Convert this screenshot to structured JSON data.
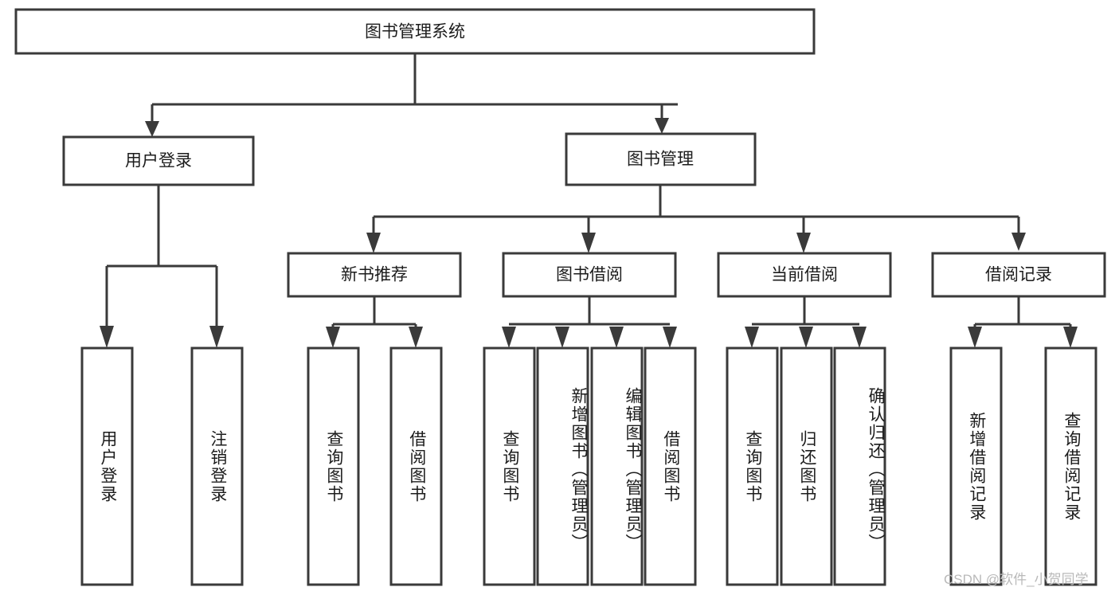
{
  "diagram": {
    "type": "tree",
    "title": "图书管理系统",
    "watermark": "CSDN @软件_小贺同学",
    "colors": {
      "stroke": "#3a3a3a",
      "box_fill": "#ffffff",
      "text": "#1c1c1c",
      "watermark": "#b9b9b9",
      "background": "#ffffff"
    },
    "root": {
      "label": "图书管理系统"
    },
    "level2": [
      {
        "label": "用户登录"
      },
      {
        "label": "图书管理"
      }
    ],
    "level3": [
      {
        "label": "新书推荐"
      },
      {
        "label": "图书借阅"
      },
      {
        "label": "当前借阅"
      },
      {
        "label": "借阅记录"
      }
    ],
    "leaves": {
      "user_login": [
        {
          "label": "用户登录"
        },
        {
          "label": "注销登录"
        }
      ],
      "new_book_recommend": [
        {
          "label": "查询图书"
        },
        {
          "label": "借阅图书"
        }
      ],
      "book_borrow": [
        {
          "label": "查询图书"
        },
        {
          "label": "新增图书（管理员）"
        },
        {
          "label": "编辑图书（管理员）"
        },
        {
          "label": "借阅图书"
        }
      ],
      "current_borrow": [
        {
          "label": "查询图书"
        },
        {
          "label": "归还图书"
        },
        {
          "label": "确认归还（管理员）"
        }
      ],
      "borrow_record": [
        {
          "label": "新增借阅记录"
        },
        {
          "label": "查询借阅记录"
        }
      ]
    }
  }
}
